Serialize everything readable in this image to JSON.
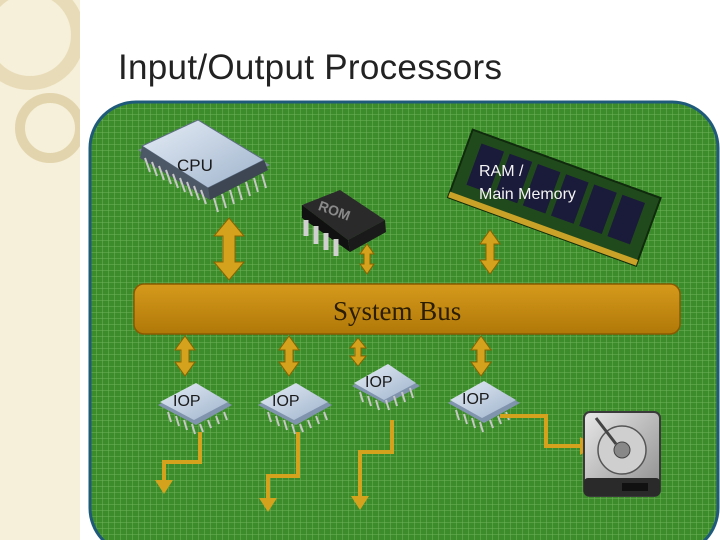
{
  "title": "Input/Output Processors",
  "labels": {
    "cpu": "CPU",
    "ram_line1": "RAM /",
    "ram_line2": "Main Memory",
    "rom": "ROM",
    "bus": "System Bus",
    "iop1": "IOP",
    "iop2": "IOP",
    "iop3": "IOP",
    "iop4": "IOP"
  },
  "colors": {
    "board": "#3c8a2a",
    "board_border": "#1f5a7a",
    "bus": "#c48a10",
    "arrow": "#d4a21c",
    "background_strip": "#f6efd9"
  }
}
